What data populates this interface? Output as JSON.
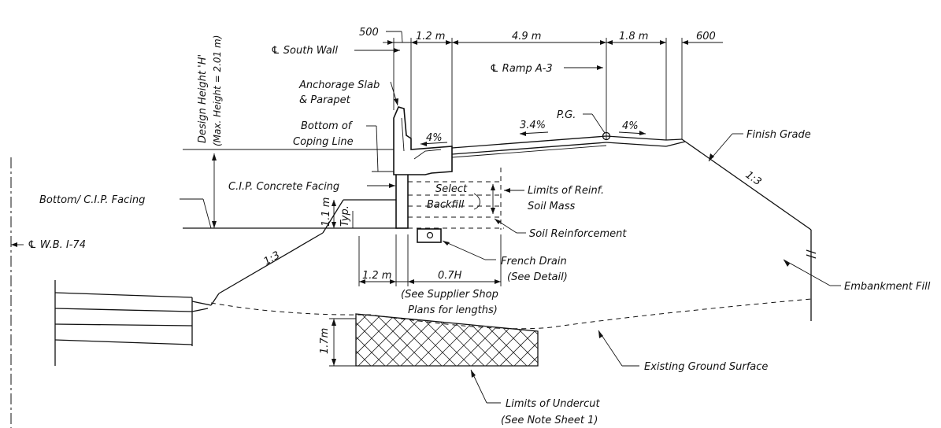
{
  "labels": {
    "south_wall": "℄ South Wall",
    "ramp": "℄ Ramp A-3",
    "wb_i74": "℄ W.B. I-74",
    "anchorage_1": "Anchorage Slab",
    "anchorage_2": "& Parapet",
    "pg": "P.G.",
    "coping_1": "Bottom of",
    "coping_2": "Coping Line",
    "finish_grade": "Finish Grade",
    "cip_facing": "C.I.P. Concrete Facing",
    "bottom_cip": "Bottom/ C.I.P. Facing",
    "select": "Select",
    "backfill": "Backfill",
    "limits_reinf_1": "Limits of Reinf.",
    "limits_reinf_2": "Soil Mass",
    "soil_reinf": "Soil Reinforcement",
    "french_drain_1": "French Drain",
    "french_drain_2": "(See Detail)",
    "supplier_1": "(See Supplier Shop",
    "supplier_2": "Plans for lengths)",
    "embankment": "Embankment Fill",
    "existing_ground": "Existing Ground Surface",
    "undercut_1": "Limits of Undercut",
    "undercut_2": "(See Note Sheet 1)",
    "design_height_1": "Design Height 'H'",
    "design_height_2": "(Max. Height = 2.01 m)",
    "typ": "Typ."
  },
  "dimensions": {
    "d500": "500",
    "d1_2_top": "1.2 m",
    "d4_9": "4.9 m",
    "d1_8": "1.8 m",
    "d600": "600",
    "d1_1": "1.1 m",
    "d1_2_bottom": "1.2 m",
    "d07h": "0.7H",
    "d1_7": "1.7m"
  },
  "slopes": {
    "s4_left": "4%",
    "s3_4": "3.4%",
    "s4_right": "4%",
    "s1_3_right": "1:3",
    "s1_3_left": "1:3"
  }
}
